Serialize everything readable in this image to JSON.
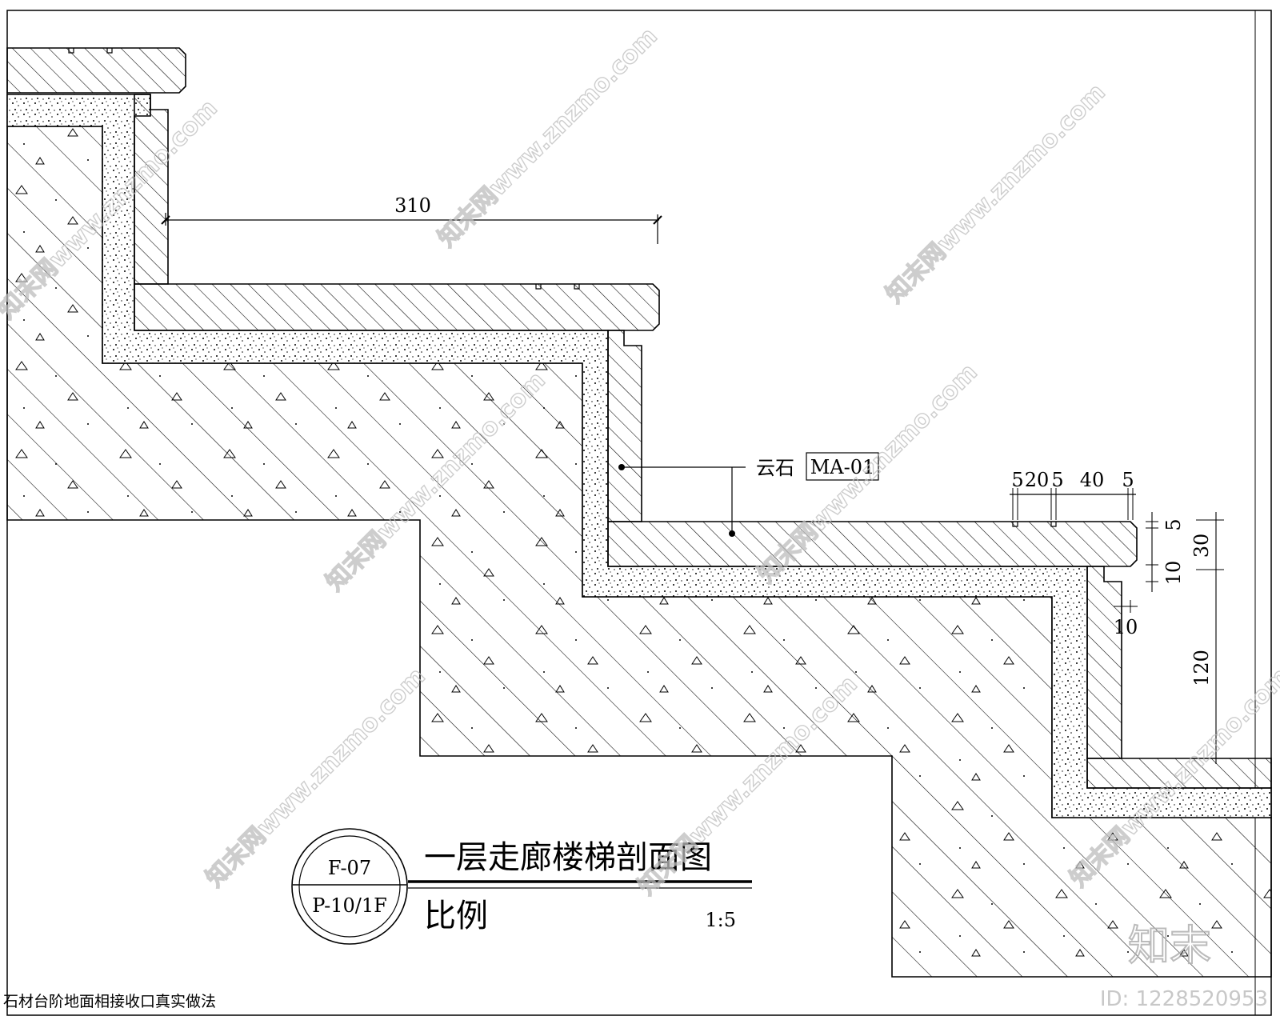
{
  "dimensions": {
    "tread_width": "310",
    "nose_widths": [
      "5",
      "20",
      "5",
      "40",
      "5"
    ],
    "vertical": [
      "5",
      "30",
      "10",
      "10",
      "120"
    ]
  },
  "material_callout": {
    "name": "云石",
    "code": "MA-01"
  },
  "title_block": {
    "title": "一层走廊楼梯剖面图",
    "scale_label": "比例",
    "scale_value": "1:5",
    "detail_number": "F-07",
    "sheet_ref": "P-10/1F"
  },
  "caption": "石材台阶地面相接收口真实做法",
  "watermark": {
    "text": "知末网www.znzmo.com",
    "brand": "知末",
    "id": "ID: 1228520953"
  }
}
